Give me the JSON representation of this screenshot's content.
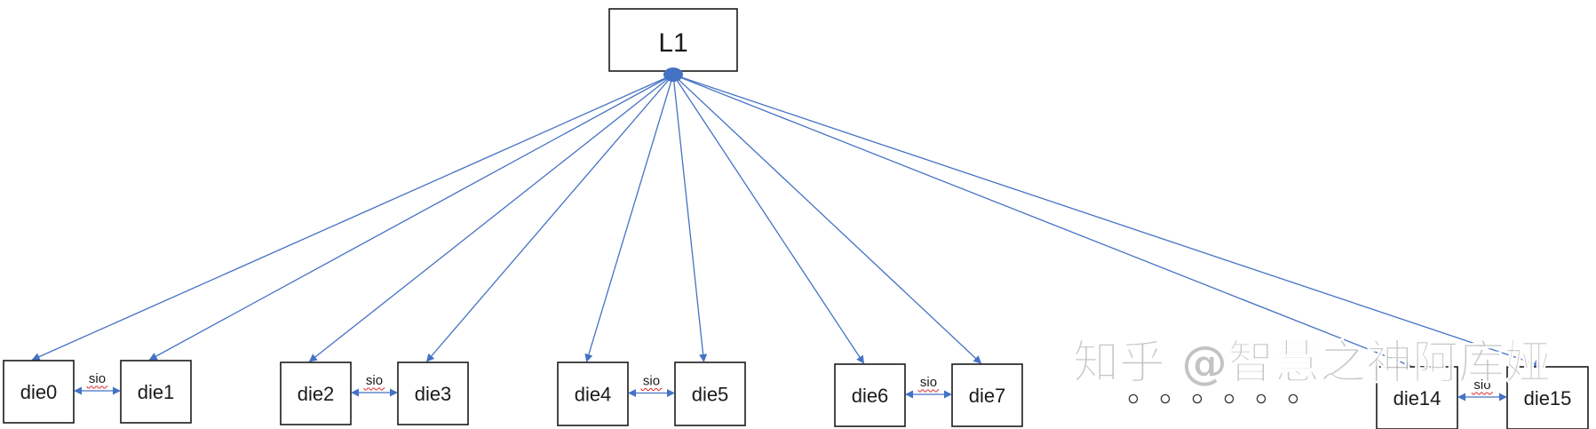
{
  "root": {
    "label": "L1"
  },
  "dies": [
    {
      "label": "die0"
    },
    {
      "label": "die1"
    },
    {
      "label": "die2"
    },
    {
      "label": "die3"
    },
    {
      "label": "die4"
    },
    {
      "label": "die5"
    },
    {
      "label": "die6"
    },
    {
      "label": "die7"
    },
    {
      "label": "die14"
    },
    {
      "label": "die15"
    }
  ],
  "sio_links": [
    {
      "label": "sio",
      "from": "die0",
      "to": "die1"
    },
    {
      "label": "sio",
      "from": "die2",
      "to": "die3"
    },
    {
      "label": "sio",
      "from": "die4",
      "to": "die5"
    },
    {
      "label": "sio",
      "from": "die6",
      "to": "die7"
    },
    {
      "label": "sio",
      "from": "die14",
      "to": "die15"
    }
  ],
  "ellipsis": "。。。。。。",
  "watermark": "知乎 @智慧之神阿库娅",
  "colors": {
    "connector": "#4472c4",
    "box_stroke": "#1a1a1a",
    "spellcheck": "#dd3333"
  }
}
